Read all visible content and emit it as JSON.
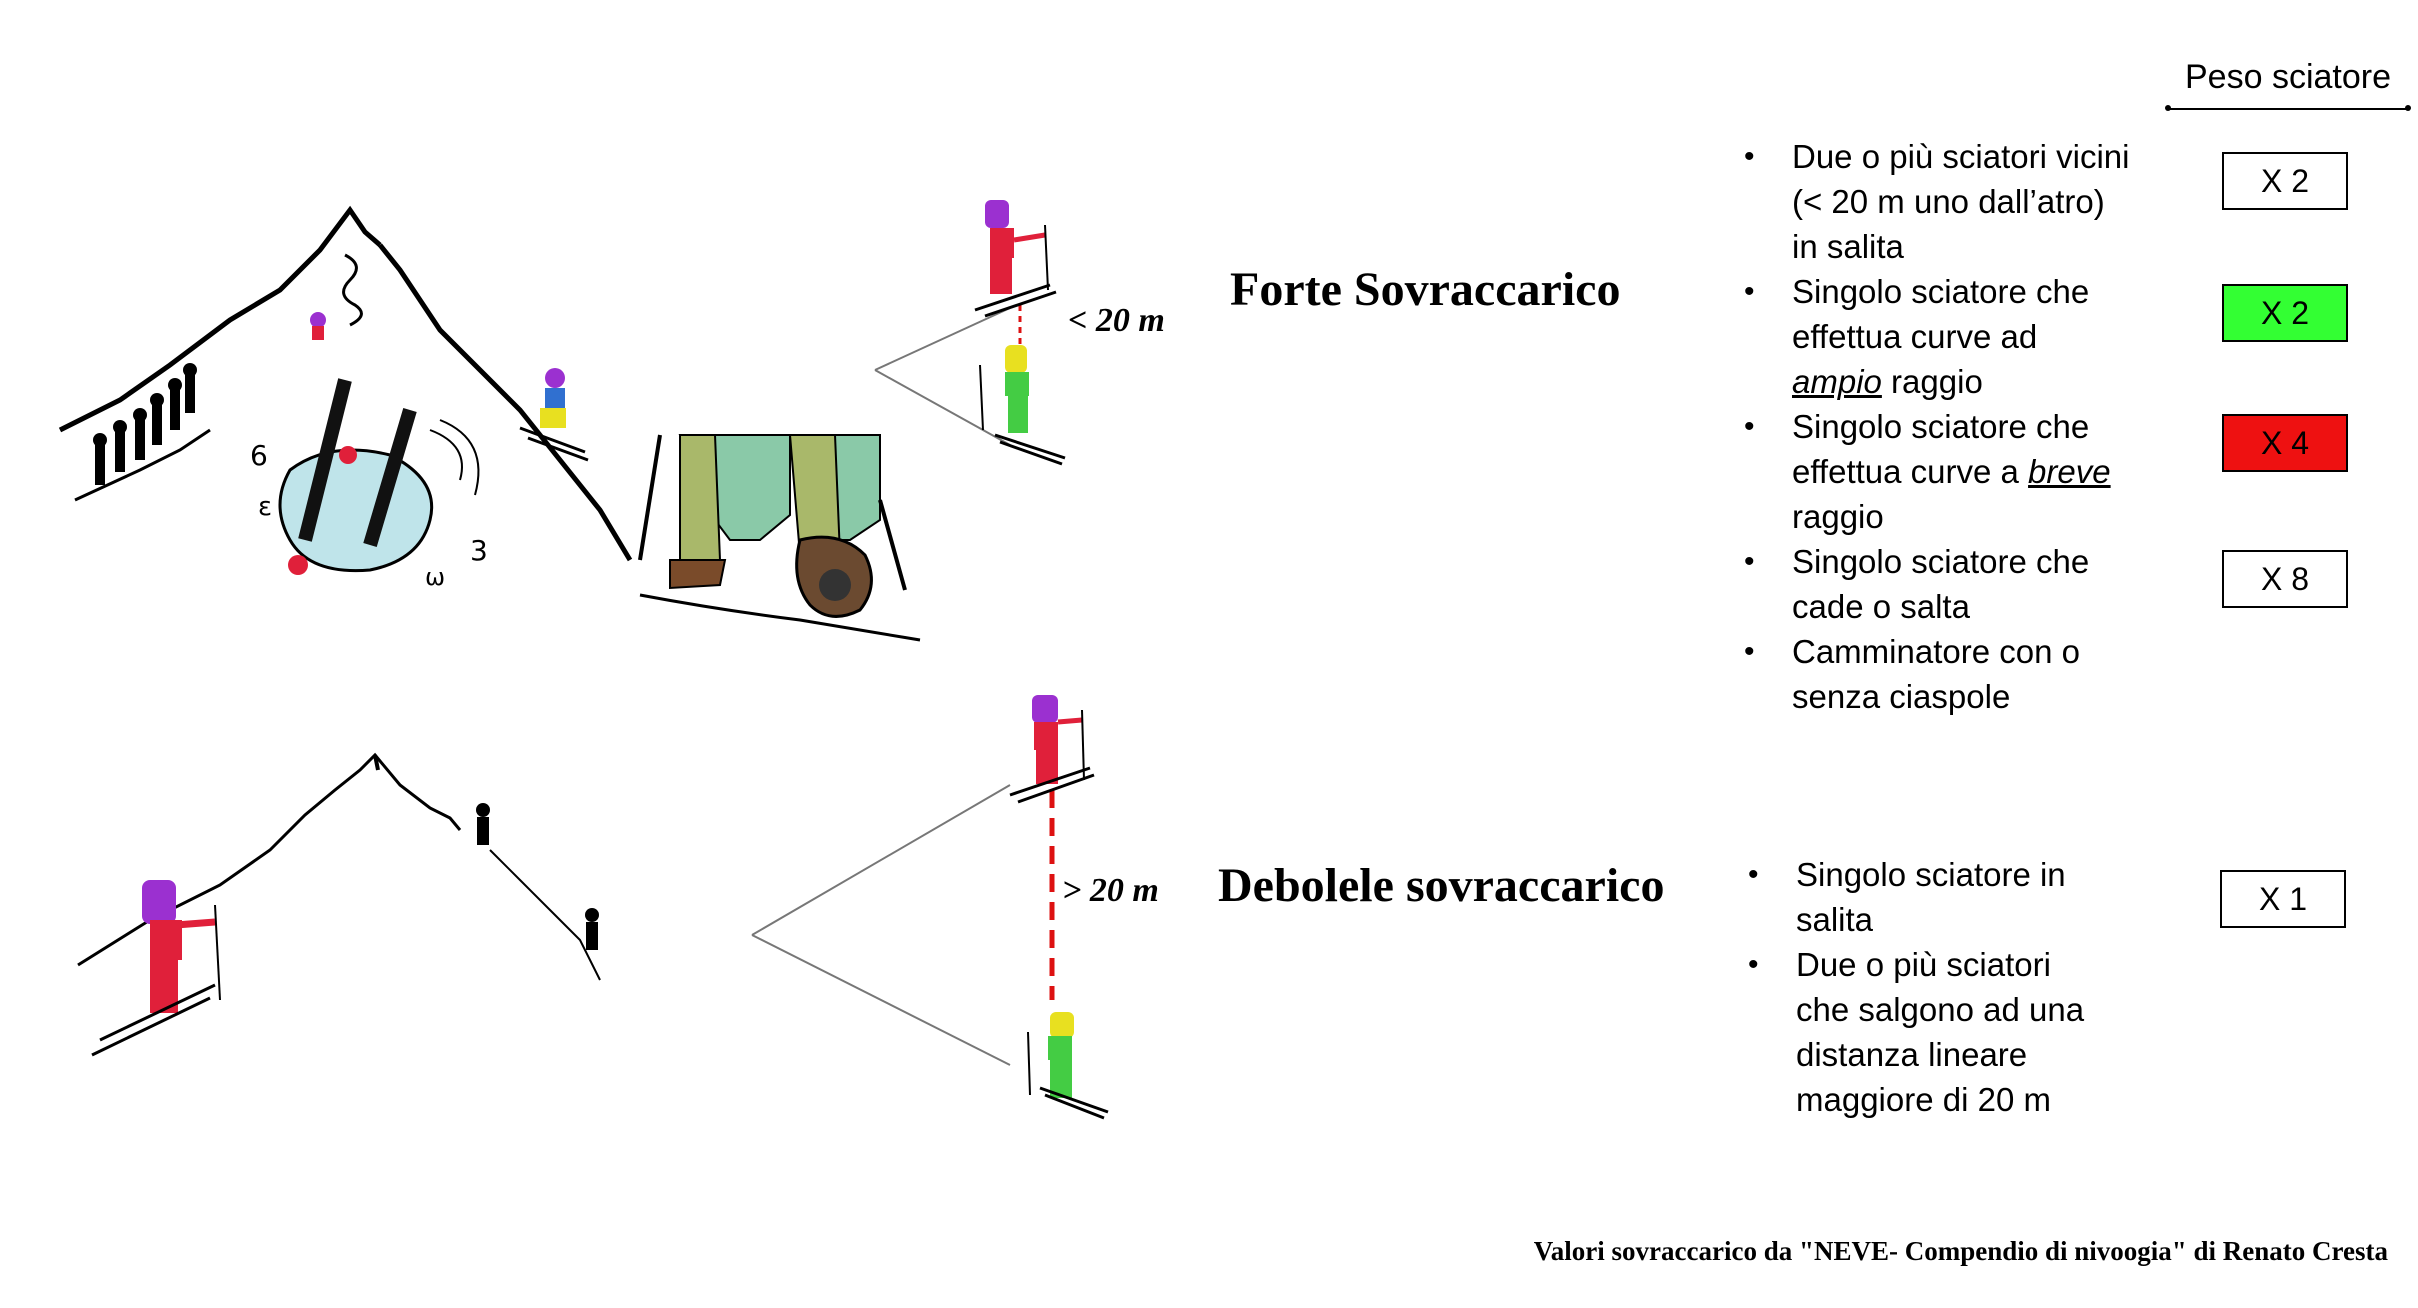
{
  "weight": {
    "header": "Peso sciatore",
    "boxes": [
      {
        "label": "X 2",
        "fill": "#ffffff"
      },
      {
        "label": "X 2",
        "fill": "#33ff33"
      },
      {
        "label": "X 4",
        "fill": "#ee1111"
      },
      {
        "label": "X 8",
        "fill": "#ffffff"
      },
      {
        "label": "X 1",
        "fill": "#ffffff"
      }
    ]
  },
  "strong": {
    "title": "Forte Sovraccarico",
    "distance": "< 20 m",
    "items": [
      {
        "lines": [
          "Due o più sciatori vicini",
          "(< 20 m uno dall’atro)",
          "in salita"
        ]
      },
      {
        "lines": [
          "Singolo sciatore che",
          "effettua curve ad"
        ],
        "em": "ampio",
        "after": " raggio"
      },
      {
        "lines": [
          "Singolo sciatore che"
        ],
        "pre": "effettua curve a",
        "em": "breve",
        "next": "raggio"
      },
      {
        "lines": [
          "Singolo sciatore che",
          "cade o salta"
        ]
      },
      {
        "lines": [
          "Camminatore con o",
          "senza ciaspole"
        ]
      }
    ]
  },
  "weak": {
    "title": "Debolele sovraccarico",
    "distance": "> 20 m",
    "items": [
      {
        "lines": [
          "Singolo sciatore in",
          "salita"
        ]
      },
      {
        "lines": [
          "Due o più sciatori",
          "che salgono ad una",
          "distanza lineare",
          "maggiore di 20 m"
        ]
      }
    ]
  },
  "credit": "Valori sovraccarico da \"NEVE- Compendio di nivoogia\" di Renato Cresta",
  "colors": {
    "jacket": "#9b30d0",
    "pants_red": "#e0203a",
    "pants_green": "#44cc44",
    "jacket_yellow": "#e8e020",
    "pants_olive": "#a9b86a",
    "dashed_line": "#dd1111"
  },
  "icons": [
    "mountain-slope-icon",
    "skier-icon",
    "avalanche-fall-icon",
    "boots-icon",
    "angle-diagram-icon"
  ]
}
